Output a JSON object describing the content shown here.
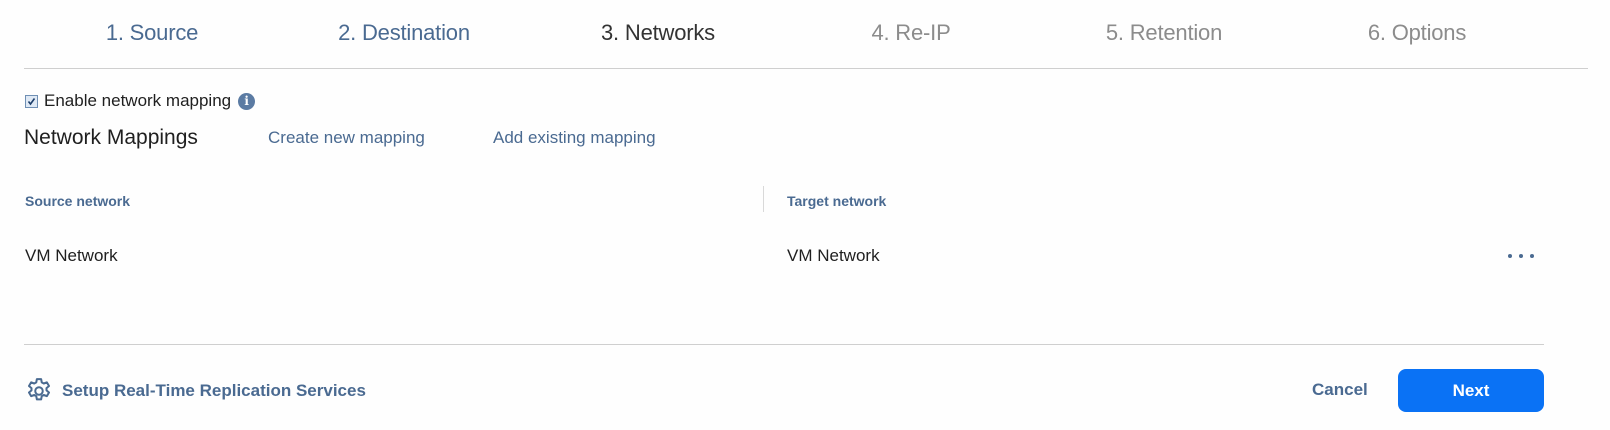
{
  "wizard": {
    "steps": [
      {
        "label": "1. Source",
        "state": "done"
      },
      {
        "label": "2. Destination",
        "state": "done"
      },
      {
        "label": "3. Networks",
        "state": "active"
      },
      {
        "label": "4. Re-IP",
        "state": "future"
      },
      {
        "label": "5. Retention",
        "state": "future"
      },
      {
        "label": "6. Options",
        "state": "future"
      }
    ]
  },
  "network_mapping": {
    "enable_label": "Enable network mapping",
    "enabled": true,
    "info_icon": "i",
    "section_title": "Network Mappings",
    "create_link": "Create new mapping",
    "add_link": "Add existing mapping",
    "columns": {
      "source": "Source network",
      "target": "Target network"
    },
    "rows": [
      {
        "source": "VM Network",
        "target": "VM Network"
      }
    ]
  },
  "footer": {
    "setup_link": "Setup Real-Time Replication Services",
    "cancel_label": "Cancel",
    "next_label": "Next"
  },
  "colors": {
    "accent": "#4a6a91",
    "primary_button": "#0a72f5"
  }
}
